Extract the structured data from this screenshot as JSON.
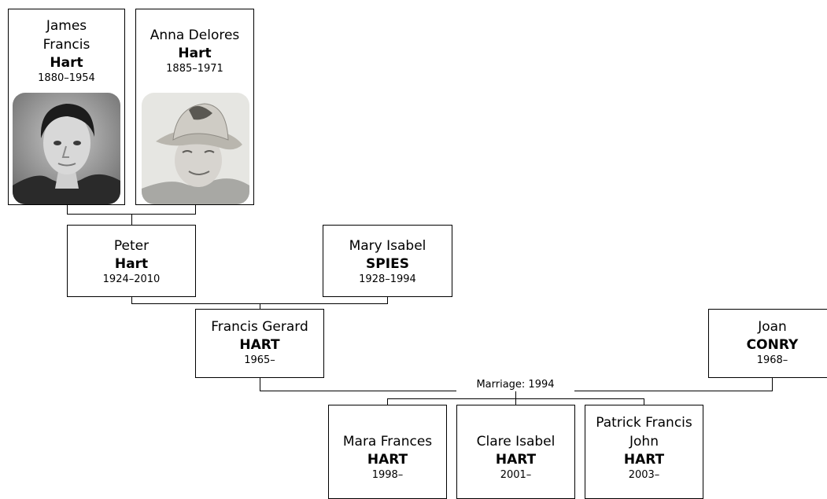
{
  "people": {
    "james": {
      "given": "James Francis",
      "surname": "Hart",
      "dates": "1880–1954"
    },
    "anna": {
      "given": "Anna Delores",
      "surname": "Hart",
      "dates": "1885–1971"
    },
    "peter": {
      "given": "Peter",
      "surname": "Hart",
      "dates": "1924–2010"
    },
    "mary": {
      "given": "Mary Isabel",
      "surname": "SPIES",
      "dates": "1928–1994"
    },
    "francis": {
      "given": "Francis Gerard",
      "surname": "HART",
      "dates": "1965–"
    },
    "joan": {
      "given": "Joan",
      "surname": "CONRY",
      "dates": "1968–"
    },
    "mara": {
      "given": "Mara Frances",
      "surname": "HART",
      "dates": "1998–"
    },
    "clare": {
      "given": "Clare Isabel",
      "surname": "HART",
      "dates": "2001–"
    },
    "patrick": {
      "given": "Patrick Francis John",
      "surname": "HART",
      "dates": "2003–"
    }
  },
  "marriage": {
    "label": "Marriage: 1994"
  },
  "photos": {
    "james": {
      "icon": "portrait-man-photo"
    },
    "anna": {
      "icon": "portrait-woman-hat-photo"
    }
  }
}
